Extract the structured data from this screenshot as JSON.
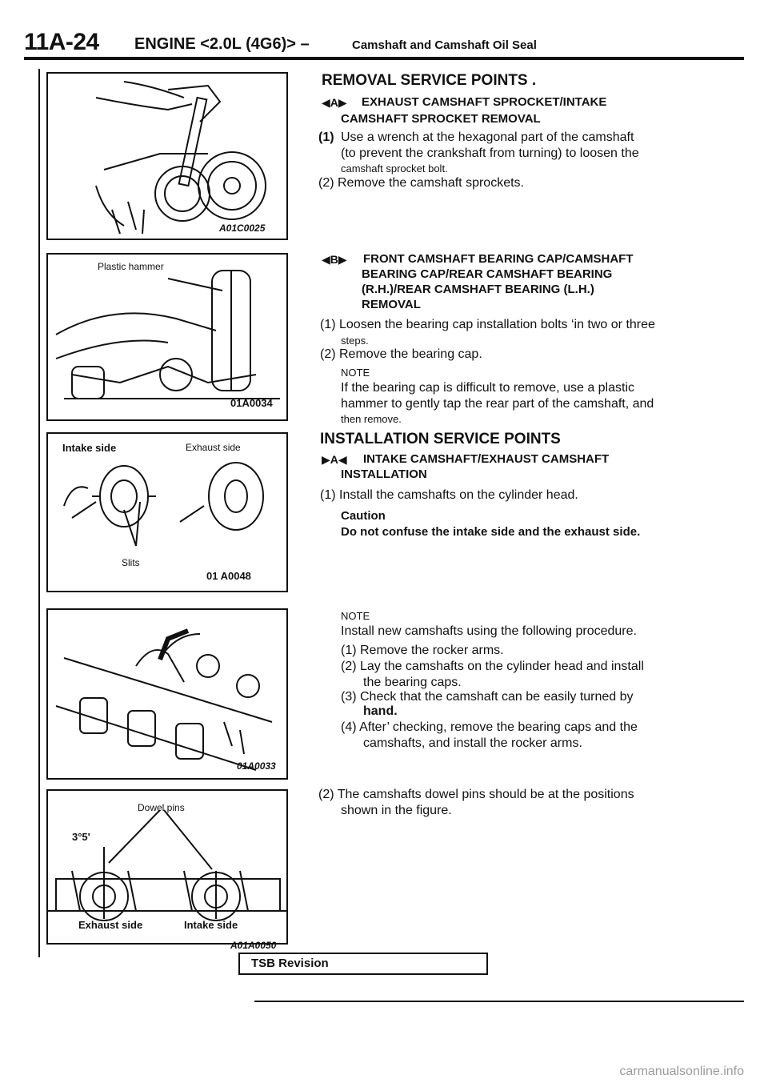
{
  "header": {
    "page_number": "11A-24",
    "title": "ENGINE <2.0L (4G6)> –",
    "subtitle": "Camshaft and Camshaft Oil Seal"
  },
  "figures": {
    "fig1": {
      "code": "A01C0025"
    },
    "fig2": {
      "label": "Plastic hammer",
      "code": "01A0034"
    },
    "fig3": {
      "left_label": "Intake side",
      "right_label": "Exhaust side",
      "slits_label": "Slits",
      "code": "01 A0048"
    },
    "fig4": {
      "code": "01A0033"
    },
    "fig5": {
      "label": "Dowel pins",
      "angle": "3°5'",
      "left_label": "Exhaust side",
      "right_label": "Intake side",
      "code": "A01A0050"
    }
  },
  "removal": {
    "heading": "REMOVAL SERVICE POINTS .",
    "a_marker": "A",
    "a_title_1": "EXHAUST CAMSHAFT SPROCKET/INTAKE",
    "a_title_2": "CAMSHAFT SPROCKET REMOVAL",
    "a_step1_num": "(1)",
    "a_step1_l1": "Use a wrench at the hexagonal part of the camshaft",
    "a_step1_l2": "(to prevent the crankshaft from turning) to loosen the",
    "a_step1_l3": "camshaft sprocket bolt.",
    "a_step2": "(2) Remove the camshaft sprockets.",
    "b_marker": "B",
    "b_title_1": "FRONT CAMSHAFT BEARING CAP/CAMSHAFT",
    "b_title_2": "BEARING CAP/REAR CAMSHAFT BEARING",
    "b_title_3": "(R.H.)/REAR CAMSHAFT BEARING (L.H.)",
    "b_title_4": "REMOVAL",
    "b_step1_l1": "(1) Loosen the bearing cap installation bolts ‘in two or three",
    "b_step1_l2": "steps.",
    "b_step2": "(2) Remove the bearing cap.",
    "note_label": "NOTE",
    "note_l1": "If the bearing cap is difficult to remove, use a plastic",
    "note_l2": "hammer to gently tap the rear part of the camshaft, and",
    "note_l3": "then remove."
  },
  "installation": {
    "heading": "INSTALLATION SERVICE POINTS",
    "a_marker": "A",
    "a_title_1": "INTAKE CAMSHAFT/EXHAUST CAMSHAFT",
    "a_title_2": "INSTALLATION",
    "step1": "(1) Install the camshafts on the cylinder head.",
    "caution_label": "Caution",
    "caution_text": "Do not confuse the intake side and the exhaust side.",
    "note_label": "NOTE",
    "note_text": "Install new camshafts using the following procedure.",
    "sub1": "(1) Remove the rocker arms.",
    "sub2_l1": "(2) Lay the camshafts on the cylinder head and install",
    "sub2_l2": "the bearing caps.",
    "sub3_l1": "(3) Check that the camshaft can be easily turned by",
    "sub3_l2": "hand.",
    "sub4_l1": "(4) After’ checking, remove the bearing caps and the",
    "sub4_l2": "camshafts, and install the rocker arms.",
    "step2_l1": "(2) The camshafts dowel pins should be at the positions",
    "step2_l2": "shown in the figure."
  },
  "footer": {
    "tsb_label": "TSB Revision",
    "watermark": "carmanualsonline.info"
  }
}
